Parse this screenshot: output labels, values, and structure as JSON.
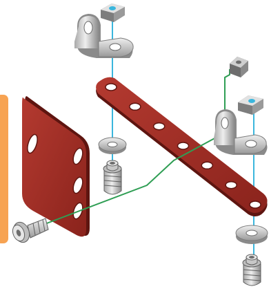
{
  "diagram": {
    "type": "exploded-assembly",
    "parts": [
      "side-tab",
      "flat-plate",
      "perforated-strip",
      "angle-bracket-top",
      "angle-bracket-right",
      "square-nut-top",
      "square-nut-right",
      "square-nut-floating",
      "washer-mid",
      "washer-bottom",
      "screw-mid",
      "screw-bottom",
      "screw-left"
    ],
    "colors": {
      "plate_red": "#9b2a22",
      "plate_red_edge": "#5e1510",
      "metal_light": "#d4d4d4",
      "metal_dark": "#7d7d7d",
      "axis_blue": "#3ab6dd",
      "path_green": "#2f9e54",
      "side_tab_orange": "#f7a352"
    }
  }
}
